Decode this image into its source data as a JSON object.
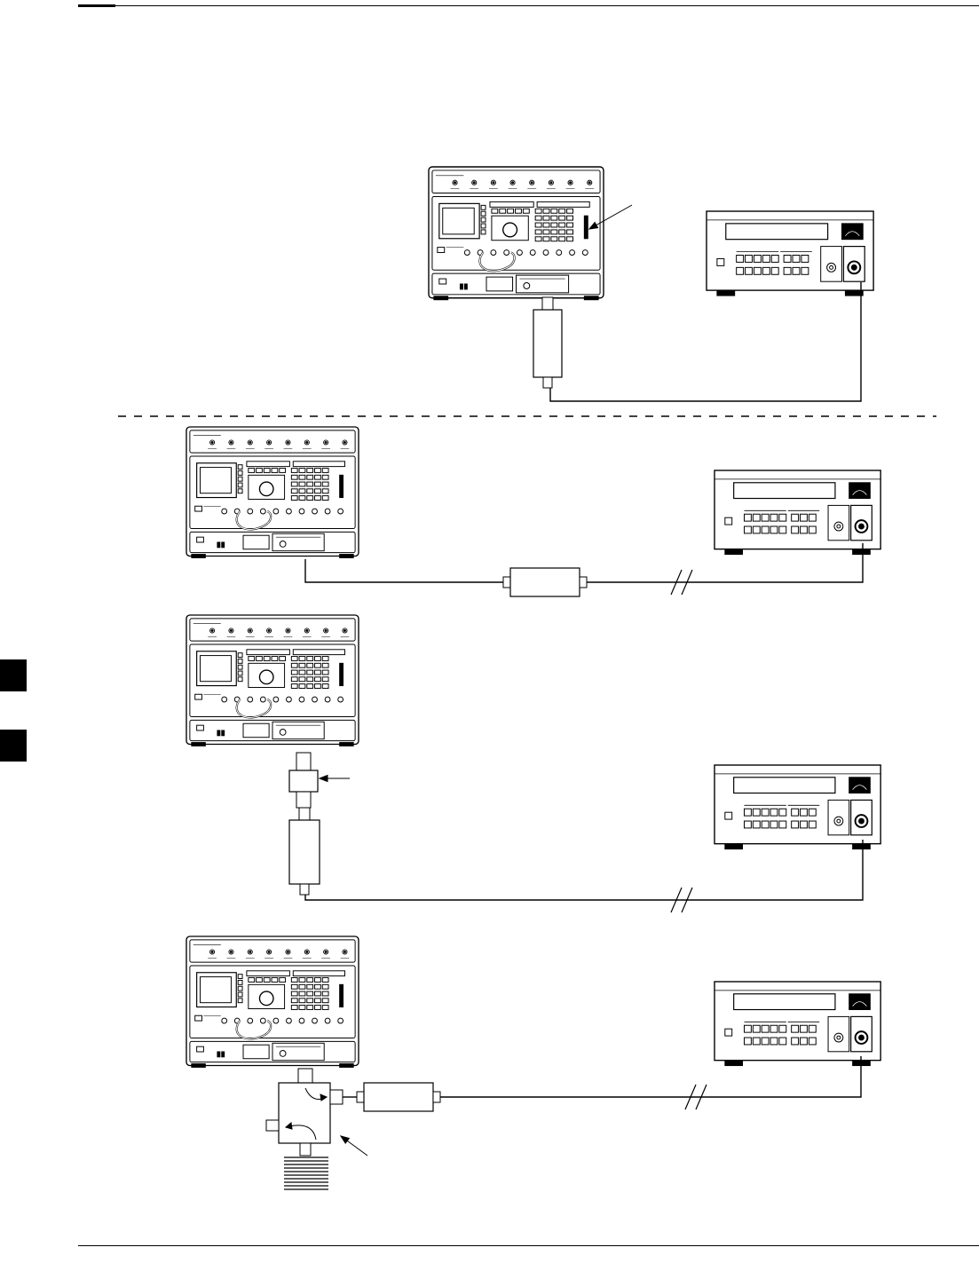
{
  "diagram": {
    "colors": {
      "ink": "#000000",
      "paper": "#ffffff",
      "screen": "#ffffff",
      "tab": "#000000"
    },
    "setups": [
      {
        "id": "setup-1",
        "analyzer": "communications-analyzer",
        "meter": "power-meter",
        "link": "attenuator-direct"
      },
      {
        "id": "setup-2",
        "analyzer": "communications-analyzer",
        "meter": "power-meter",
        "link": "attenuator-inline"
      },
      {
        "id": "setup-3",
        "analyzer": "communications-analyzer",
        "meter": "power-meter",
        "link": "adapter-and-attenuator"
      },
      {
        "id": "setup-4",
        "analyzer": "communications-analyzer",
        "meter": "power-meter",
        "link": "directional-coupler"
      }
    ],
    "separator": {
      "style": "dashed"
    },
    "side_tabs": 2
  }
}
